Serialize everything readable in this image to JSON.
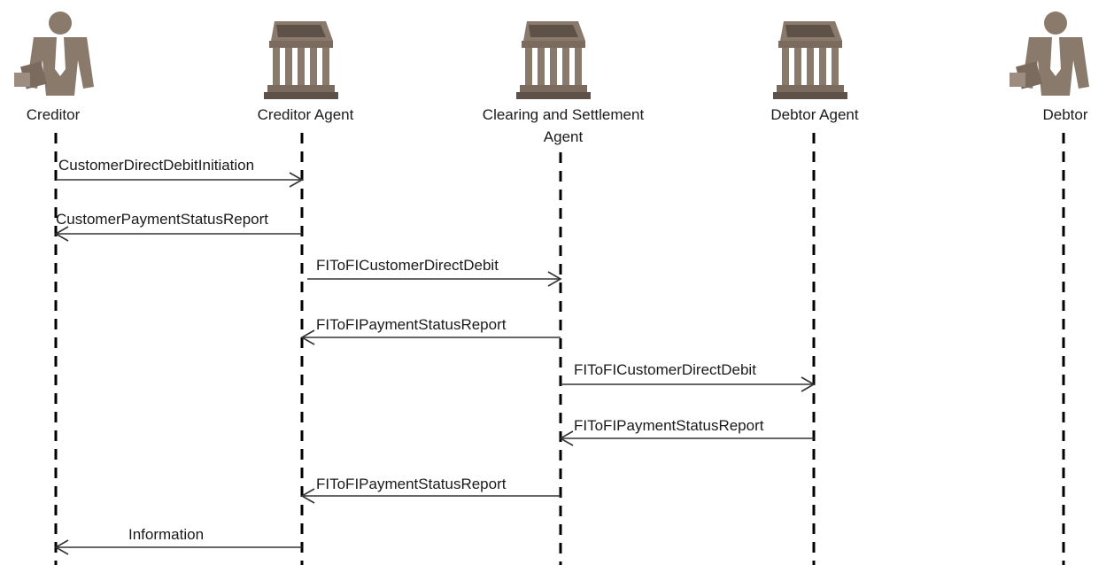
{
  "participants": [
    {
      "id": "creditor",
      "label": "Creditor",
      "icon": "person-icon"
    },
    {
      "id": "creditor_agent",
      "label": "Creditor Agent",
      "icon": "bank-building-icon"
    },
    {
      "id": "csa",
      "label_lines": [
        "Clearing and Settlement",
        "Agent"
      ],
      "icon": "bank-building-icon"
    },
    {
      "id": "debtor_agent",
      "label": "Debtor Agent",
      "icon": "bank-building-icon"
    },
    {
      "id": "debtor",
      "label": "Debtor",
      "icon": "person-icon"
    }
  ],
  "messages": [
    {
      "from": "creditor",
      "to": "creditor_agent",
      "label": "CustomerDirectDebitInitiation"
    },
    {
      "from": "creditor_agent",
      "to": "creditor",
      "label": "CustomerPaymentStatusReport"
    },
    {
      "from": "creditor_agent",
      "to": "csa",
      "label": "FIToFICustomerDirectDebit"
    },
    {
      "from": "csa",
      "to": "creditor_agent",
      "label": "FIToFIPaymentStatusReport"
    },
    {
      "from": "csa",
      "to": "debtor_agent",
      "label": "FIToFICustomerDirectDebit"
    },
    {
      "from": "debtor_agent",
      "to": "csa",
      "label": "FIToFIPaymentStatusReport"
    },
    {
      "from": "csa",
      "to": "creditor_agent",
      "label": "FIToFIPaymentStatusReport"
    },
    {
      "from": "creditor_agent",
      "to": "creditor",
      "label": "Information"
    }
  ],
  "colors": {
    "icon": "#8a7a6c",
    "icon_dark": "#5e5248",
    "lifeline": "#000000",
    "arrow": "#333333"
  }
}
